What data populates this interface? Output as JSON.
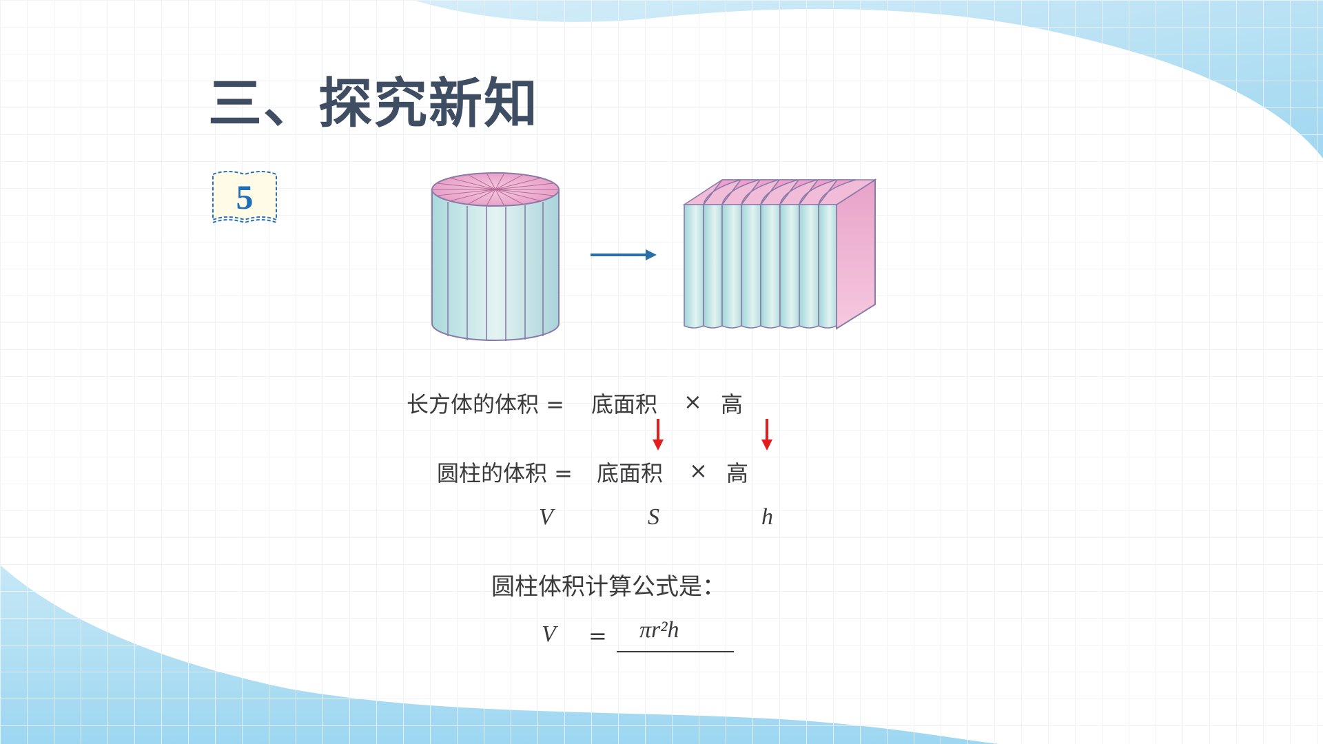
{
  "slide": {
    "title": "三、探究新知",
    "example_number": "5"
  },
  "formulas": {
    "cuboid_volume_label": "长方体的体积 =",
    "cuboid_base": "底面积",
    "times_1": "×",
    "cuboid_height": "高",
    "cylinder_volume_label": "圆柱的体积 =",
    "cylinder_base": "底面积",
    "times_2": "×",
    "cylinder_height": "高",
    "symbol_v": "V",
    "symbol_s": "S",
    "symbol_h": "h",
    "formula_heading": "圆柱体积计算公式是：",
    "answer_v": "V",
    "answer_equals": "=",
    "answer_value": "πr²h"
  },
  "colors": {
    "wave_blue": "#a9dcf1",
    "title": "#3f4d63",
    "badge_number": "#1c6fb8",
    "arrow_blue": "#2c6ea8",
    "arrow_red": "#e01e1e",
    "cylinder_side": "#bfe3e6",
    "cylinder_top": "#e8a8cc",
    "cuboid_end": "#f2b8d6"
  },
  "icons": {
    "badge": "open-book-badge-icon",
    "transform_arrow": "right-arrow-icon",
    "mapping_arrow": "down-arrow-icon"
  }
}
